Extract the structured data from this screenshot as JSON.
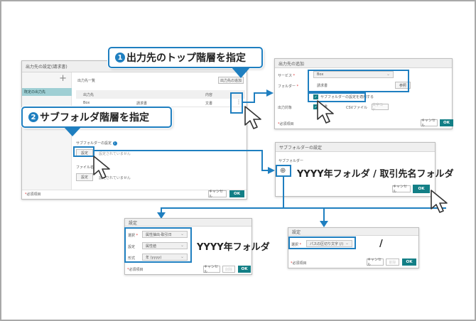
{
  "callouts": {
    "step1": {
      "num": "1",
      "label": "出力先のトップ階層を指定"
    },
    "step2": {
      "num": "2",
      "label": "サブフォルダ階層を指定"
    }
  },
  "main_dialog": {
    "title": "出力先の設定(請求書)",
    "add_icon": "+",
    "sidebar_item": "既定の出力先",
    "list_title": "出力先一覧",
    "add_dest_button": "出力先の追加",
    "columns": [
      "出力先",
      "",
      "内容"
    ],
    "row": [
      "Box",
      "請求書",
      "文書"
    ],
    "more_icon": "⋮",
    "subfolder_label": "サブフォルダーの設定",
    "info_icon": "i",
    "subfolder_button": "設定",
    "subfolder_status": "設定されていません",
    "filename_label": "ファイル名の設定",
    "filename_button": "設定",
    "filename_status": "設定されていません",
    "required_note": "必須項目",
    "cancel": "キャンセル",
    "ok": "OK"
  },
  "add_dialog": {
    "title": "出力先の追加",
    "service_label": "サービス",
    "service_value": "Box",
    "folder_label": "フォルダー",
    "folder_value": "請求書",
    "browse_button": "参照",
    "apply_subfolder": "サブフォルダーの設定を適用する",
    "target_label": "出力対象",
    "target_value1": "文書",
    "target_value2": "CSVファイル",
    "charset_button": "文字コード",
    "required_note": "必須項目",
    "cancel": "キャンセル",
    "ok": "OK"
  },
  "subfolder_dialog": {
    "title": "サブフォルダーの設定",
    "field_label": "サブフォルダー",
    "add_icon": "⊕",
    "path_text": "YYYY年フォルダ / 取引先名フォルダ",
    "cancel": "キャンセル",
    "ok": "OK"
  },
  "year_dialog": {
    "title": "設定",
    "select_label": "選択",
    "select_value": "属性抽出-取引日",
    "setting_label": "設定",
    "setting_value": "属性値",
    "format_label": "形式",
    "format_value": "年 (yyyy)",
    "caption": "YYYY年フォルダ",
    "required_note": "必須項目",
    "cancel": "キャンセル",
    "delete": "削除",
    "ok": "OK"
  },
  "sep_dialog": {
    "title": "設定",
    "select_label": "選択",
    "select_value": "パスの区切り文字 (/)",
    "caption": "/",
    "required_note": "必須項目",
    "cancel": "キャンセル",
    "delete": "削除",
    "ok": "OK"
  },
  "colors": {
    "accent": "#1f7fc0",
    "ok_button": "#137f86",
    "sidebar_selected": "#9fcfd4",
    "frame": "#a9a9a9"
  }
}
